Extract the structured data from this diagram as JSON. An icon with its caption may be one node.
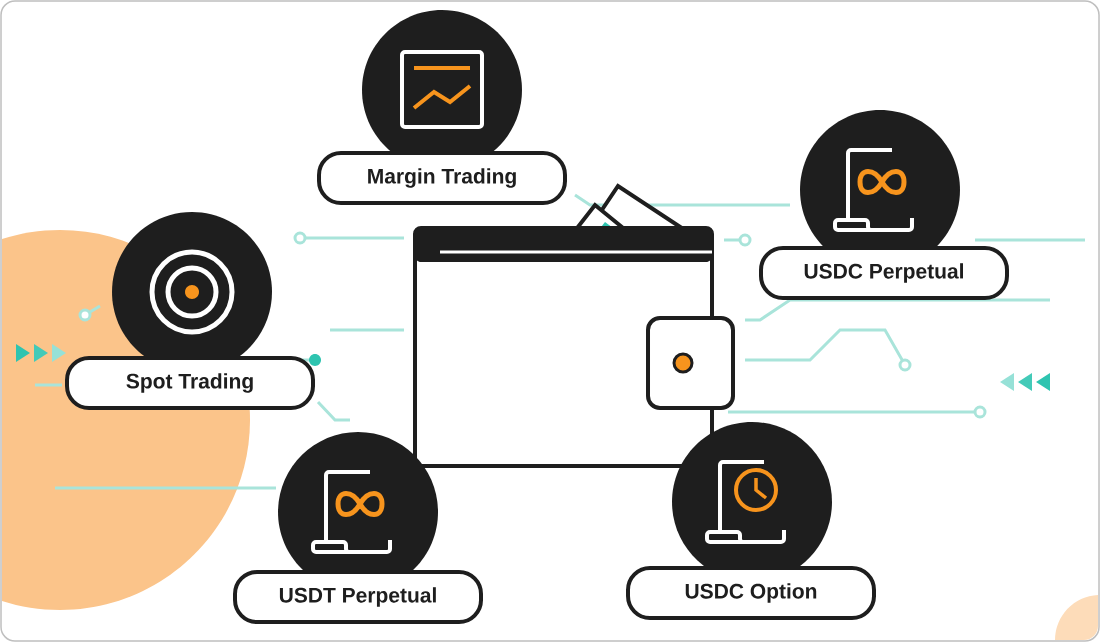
{
  "diagram": {
    "nodes": [
      {
        "text": [
          "Margin Trading"
        ]
      },
      {
        "text": [
          "USDC Perpetual"
        ]
      },
      {
        "text": [
          "Spot Trading"
        ]
      },
      {
        "text": [
          "USDT Perpetual"
        ]
      },
      {
        "text": [
          "USDC Option"
        ]
      }
    ]
  }
}
